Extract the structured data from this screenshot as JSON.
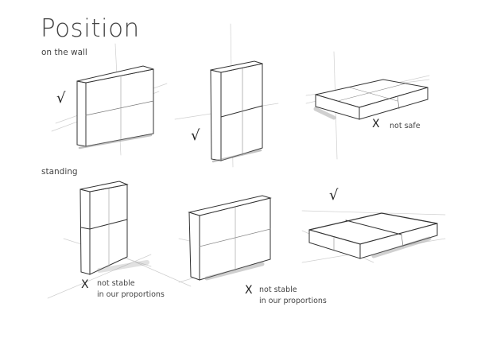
{
  "title": "Position",
  "sections": {
    "wall": "on the wall",
    "standing": "standing"
  },
  "marks": {
    "check": "√",
    "cross": "X"
  },
  "panels": [
    {
      "id": "wall-horizontal",
      "section": "on the wall",
      "verdict": "ok",
      "note": ""
    },
    {
      "id": "wall-vertical",
      "section": "on the wall",
      "verdict": "ok",
      "note": ""
    },
    {
      "id": "wall-shelf",
      "section": "on the wall",
      "verdict": "bad",
      "note": "not safe"
    },
    {
      "id": "standing-vertical",
      "section": "standing",
      "verdict": "bad",
      "note_line1": "not stable",
      "note_line2": "in our proportions"
    },
    {
      "id": "standing-horizontal",
      "section": "standing",
      "verdict": "bad",
      "note_line1": "not stable",
      "note_line2": "in our proportions"
    },
    {
      "id": "standing-flat",
      "section": "standing",
      "verdict": "ok",
      "note": ""
    }
  ]
}
